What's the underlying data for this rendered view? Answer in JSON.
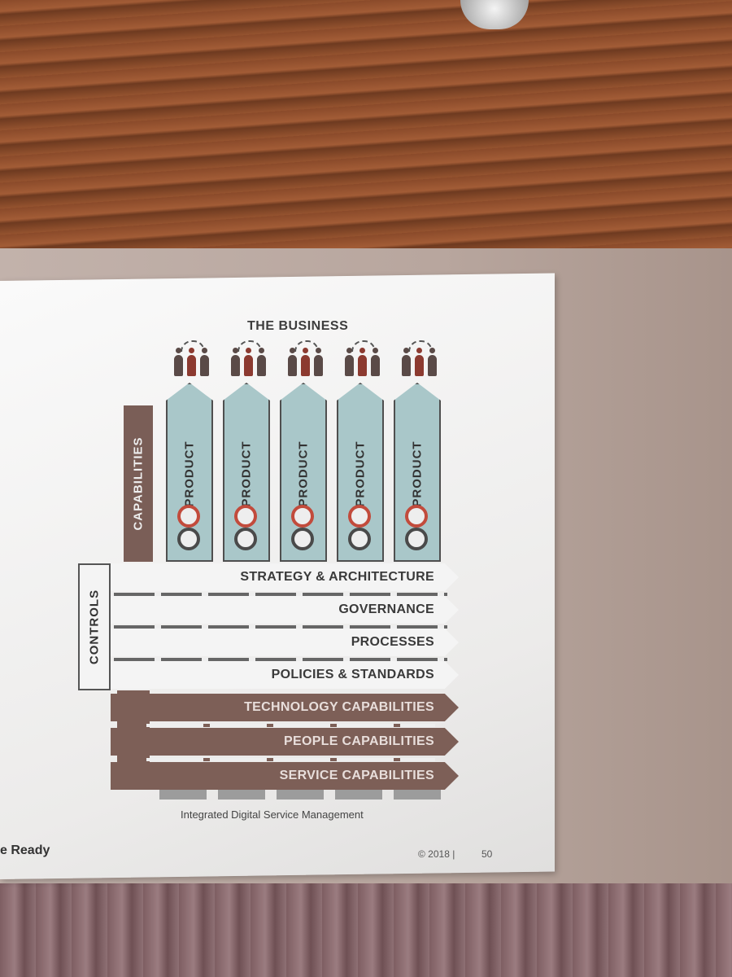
{
  "diagram": {
    "top_label": "THE BUSINESS",
    "products": [
      "PRODUCT",
      "PRODUCT",
      "PRODUCT",
      "PRODUCT",
      "PRODUCT"
    ],
    "capabilities_label": "CAPABILITIES",
    "controls_label": "CONTROLS",
    "control_layers": [
      "STRATEGY & ARCHITECTURE",
      "GOVERNANCE",
      "PROCESSES",
      "POLICIES & STANDARDS"
    ],
    "capability_layers": [
      "TECHNOLOGY CAPABILITIES",
      "PEOPLE CAPABILITIES",
      "SERVICE CAPABILITIES"
    ],
    "caption": "Integrated Digital Service Management"
  },
  "slide": {
    "footer_left": "e Ready",
    "footer_copyright": "© 2018 |",
    "page_number": "50"
  },
  "colors": {
    "product_fill": "#a9c7c9",
    "capability_fill": "#7d5f57",
    "control_fill": "#f4f4f4",
    "accent_red": "#c24b3c"
  }
}
